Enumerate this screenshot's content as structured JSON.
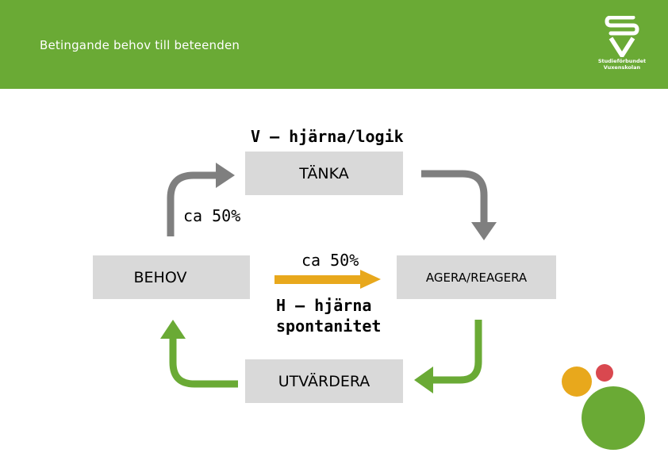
{
  "header": {
    "title": "Betingande behov till beteenden",
    "logo_line1": "Studieförbundet",
    "logo_line2": "Vuxenskolan"
  },
  "diagram": {
    "v_label": "V – hjärna/logik",
    "h_label_line1": "H – hjärna",
    "h_label_line2": "spontanitet",
    "pct_top": "ca 50%",
    "pct_middle": "ca 50%",
    "nodes": {
      "think": "TÄNKA",
      "need": "BEHOV",
      "act": "AGERA/REAGERA",
      "evaluate": "UTVÄRDERA"
    }
  },
  "colors": {
    "header": "#6aaa35",
    "box": "#d9d9d9",
    "arrow_gray": "#7f7f7f",
    "arrow_green": "#6aaa35",
    "arrow_orange": "#e8a81c",
    "dot_orange": "#e8a81c",
    "dot_red": "#d9484f",
    "dot_green": "#6aaa35"
  }
}
